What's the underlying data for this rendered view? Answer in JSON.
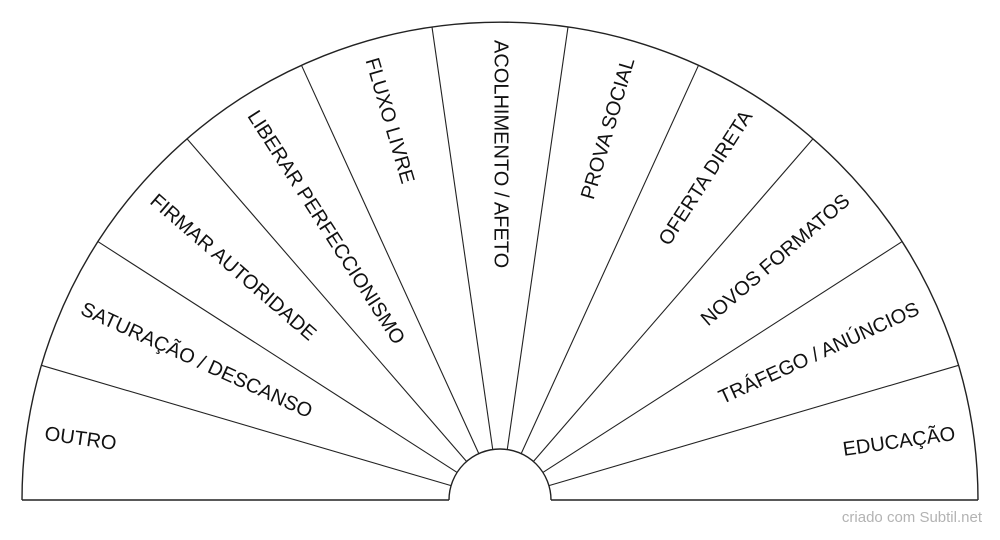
{
  "segments": [
    "OUTRO",
    "SATURAÇÃO / DESCANSO",
    "FIRMAR AUTORIDADE",
    "LIBERAR PERFECCIONISMO",
    "FLUXO LIVRE",
    "ACOLHIMENTO / AFETO",
    "PROVA SOCIAL",
    "OFERTA DIRETA",
    "NOVOS FORMATOS",
    "TRÁFEGO / ANÚNCIOS",
    "EDUCAÇÃO"
  ],
  "credit": "criado com Subtil.net",
  "colors": {
    "line": "#222222",
    "text": "#111111",
    "credit": "#b3b3b3"
  }
}
